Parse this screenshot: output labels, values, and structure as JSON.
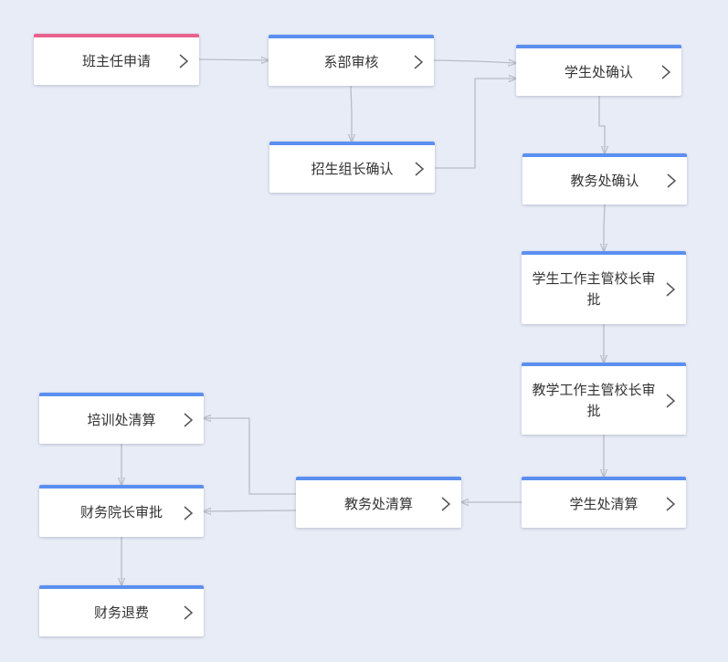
{
  "nodes": [
    {
      "id": "n1",
      "label": "班主任申请"
    },
    {
      "id": "n2",
      "label": "系部审核"
    },
    {
      "id": "n3",
      "label": "招生组长确认"
    },
    {
      "id": "n4",
      "label": "学生处确认"
    },
    {
      "id": "n5",
      "label": "教务处确认"
    },
    {
      "id": "n6",
      "label": "学生工作主管校长审批"
    },
    {
      "id": "n7",
      "label": "教学工作主管校长审批"
    },
    {
      "id": "n8",
      "label": "学生处清算"
    },
    {
      "id": "n9",
      "label": "教务处清算"
    },
    {
      "id": "n10",
      "label": "培训处清算"
    },
    {
      "id": "n11",
      "label": "财务院长审批"
    },
    {
      "id": "n12",
      "label": "财务退费"
    }
  ],
  "edges": [
    [
      "n1",
      "n2"
    ],
    [
      "n2",
      "n4"
    ],
    [
      "n2",
      "n3"
    ],
    [
      "n3",
      "n4"
    ],
    [
      "n4",
      "n5"
    ],
    [
      "n5",
      "n6"
    ],
    [
      "n6",
      "n7"
    ],
    [
      "n7",
      "n8"
    ],
    [
      "n8",
      "n9"
    ],
    [
      "n9",
      "n10"
    ],
    [
      "n9",
      "n11"
    ],
    [
      "n10",
      "n11"
    ],
    [
      "n11",
      "n12"
    ]
  ],
  "colors": {
    "node_accent": "#5b8ff0",
    "start_accent": "#e8628d",
    "connector": "#b8bcc6",
    "background": "#e8ecf7"
  },
  "icons": {
    "node_action": "chevron-right-icon",
    "connector_end": "arrow-head"
  }
}
